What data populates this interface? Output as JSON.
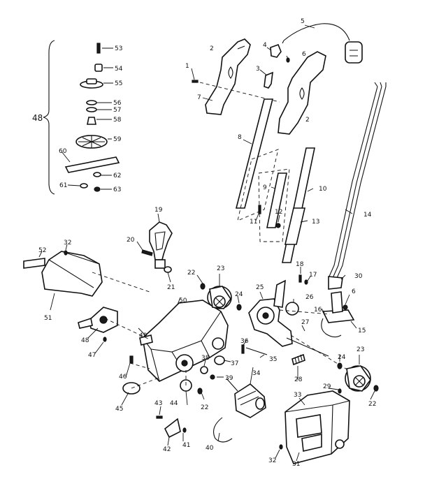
{
  "diagram": {
    "callouts": [
      {
        "id": "1",
        "text": "1"
      },
      {
        "id": "2a",
        "text": "2"
      },
      {
        "id": "2b",
        "text": "2"
      },
      {
        "id": "3",
        "text": "3"
      },
      {
        "id": "4",
        "text": "4"
      },
      {
        "id": "5",
        "text": "5"
      },
      {
        "id": "6a",
        "text": "6"
      },
      {
        "id": "6b",
        "text": "6"
      },
      {
        "id": "7",
        "text": "7"
      },
      {
        "id": "8",
        "text": "8"
      },
      {
        "id": "9",
        "text": "9"
      },
      {
        "id": "10",
        "text": "10"
      },
      {
        "id": "11",
        "text": "11"
      },
      {
        "id": "12",
        "text": "12"
      },
      {
        "id": "13",
        "text": "13"
      },
      {
        "id": "14",
        "text": "14"
      },
      {
        "id": "15",
        "text": "15"
      },
      {
        "id": "16",
        "text": "16"
      },
      {
        "id": "17",
        "text": "17"
      },
      {
        "id": "18",
        "text": "18"
      },
      {
        "id": "19",
        "text": "19"
      },
      {
        "id": "20",
        "text": "20"
      },
      {
        "id": "21",
        "text": "21"
      },
      {
        "id": "22a",
        "text": "22"
      },
      {
        "id": "22b",
        "text": "22"
      },
      {
        "id": "22c",
        "text": "22"
      },
      {
        "id": "23a",
        "text": "23"
      },
      {
        "id": "23b",
        "text": "23"
      },
      {
        "id": "24a",
        "text": "24"
      },
      {
        "id": "24b",
        "text": "24"
      },
      {
        "id": "25",
        "text": "25"
      },
      {
        "id": "26",
        "text": "26"
      },
      {
        "id": "27",
        "text": "27"
      },
      {
        "id": "28",
        "text": "28"
      },
      {
        "id": "29",
        "text": "29"
      },
      {
        "id": "30",
        "text": "30"
      },
      {
        "id": "31",
        "text": "31"
      },
      {
        "id": "32a",
        "text": "32"
      },
      {
        "id": "32b",
        "text": "32"
      },
      {
        "id": "33",
        "text": "33"
      },
      {
        "id": "34",
        "text": "34"
      },
      {
        "id": "35",
        "text": "35"
      },
      {
        "id": "36",
        "text": "36"
      },
      {
        "id": "37",
        "text": "37"
      },
      {
        "id": "38",
        "text": "38"
      },
      {
        "id": "39",
        "text": "39"
      },
      {
        "id": "40",
        "text": "40"
      },
      {
        "id": "41",
        "text": "41"
      },
      {
        "id": "42",
        "text": "42"
      },
      {
        "id": "43",
        "text": "43"
      },
      {
        "id": "44",
        "text": "44"
      },
      {
        "id": "45",
        "text": "45"
      },
      {
        "id": "46",
        "text": "46"
      },
      {
        "id": "47",
        "text": "47"
      },
      {
        "id": "48a",
        "text": "48"
      },
      {
        "id": "48b",
        "text": "48"
      },
      {
        "id": "49",
        "text": "49"
      },
      {
        "id": "50",
        "text": "50"
      },
      {
        "id": "51",
        "text": "51"
      },
      {
        "id": "52",
        "text": "52"
      },
      {
        "id": "53",
        "text": "53"
      },
      {
        "id": "54",
        "text": "54"
      },
      {
        "id": "55",
        "text": "55"
      },
      {
        "id": "56",
        "text": "56"
      },
      {
        "id": "57",
        "text": "57"
      },
      {
        "id": "58",
        "text": "58"
      },
      {
        "id": "59",
        "text": "59"
      },
      {
        "id": "60",
        "text": "60"
      },
      {
        "id": "61",
        "text": "61"
      },
      {
        "id": "62",
        "text": "62"
      },
      {
        "id": "63",
        "text": "63"
      }
    ]
  }
}
